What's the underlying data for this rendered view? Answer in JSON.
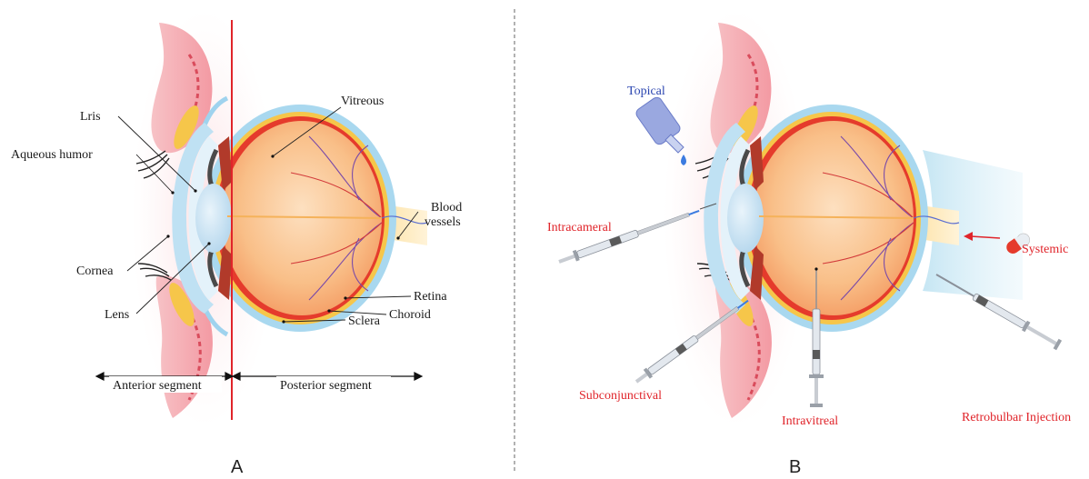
{
  "panel_a": {
    "letter": "A",
    "labels": {
      "iris": "Lris",
      "aqueous": "Aqueous humor",
      "cornea": "Cornea",
      "lens": "Lens",
      "vitreous": "Vitreous",
      "blood1": "Blood",
      "blood2": "vessels",
      "retina": "Retina",
      "choroid": "Choroid",
      "sclera": "Sclera",
      "anterior": "Anterior segment",
      "posterior": "Posterior segment"
    }
  },
  "panel_b": {
    "letter": "B",
    "routes": {
      "topical": "Topical",
      "intracameral": "Intracameral",
      "subconjunctival": "Subconjunctival",
      "intravitreal": "Intravitreal",
      "systemic": "Systemic",
      "retrobulbar": "Retrobulbar Injection"
    }
  },
  "colors": {
    "label_red": "#e0242a",
    "label_blue": "#2a45b0",
    "sclera_blue": "#9fd3ee",
    "globe": "#f7b27a",
    "retina_red": "#e53b2c",
    "eyelid_pink": "#f3a0a8"
  }
}
